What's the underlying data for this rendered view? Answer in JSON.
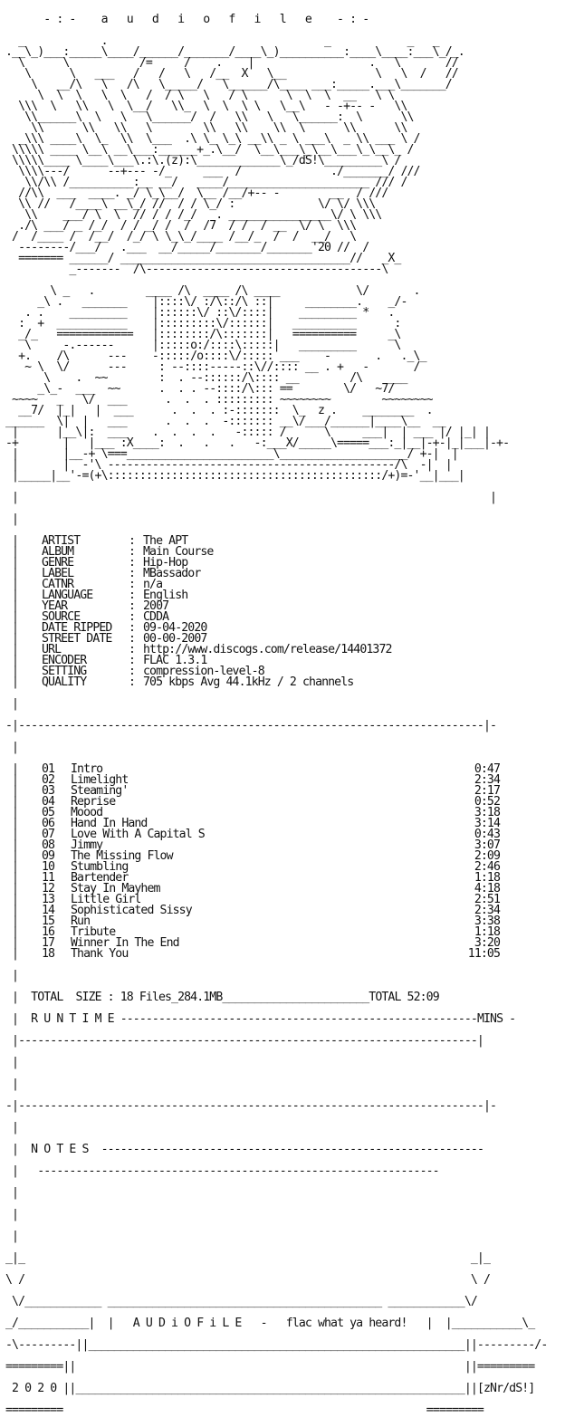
{
  "header": {
    "title_line": "      - : -    a   u   d   i   o   f   i   l   e    - : -",
    "art": [
      "  _            .                                  _            _   _",
      ".__\\_)___:_____\\____/______/_______/____\\_)__________:____\\____:___\\_/_.",
      "  \\      \\           /=     /    .    |                  .   \\       //",
      "   \\      \\   ___   /   /   \\   /__  X   \\__              \\   \\  /   //",
      "    \\   __/\\   \\   /\\   \\_____/   \\______/\\____ ___:_____.___\\_______/",
      "     \\  \\  \\   \\  \\   /  / \\   \\   / \\      \\  \\  \\  __   \\ \\",
      "  \\\\\\  \\   \\\\   \\  \\__/   \\\\_  \\  \\  \\ \\   \\__\\   - -+-- -   \\\\",
      "   \\\\______\\  \\   \\   \\______/  /   \\\\   \\   \\______:  \\      \\\\",
      "    \\\\      \\\\   \\\\   \\        \\\\   \\\\    \\\\  \\      \\\\      \\\\",
      "  _\\\\\\ ____\\  \\_  \\\\  \\___  .\\ \\_ \\_\\ __\\\\ _ \\ ___\\  _ \\\\ ___ \\ /",
      " \\\\\\\\\\ ____ \\__\\ __\\___:______+_.\\__/  \\__\\___\\_\\__\\___\\_\\__\\_ /",
      " \\\\\\\\\\____ \\____\\___\\.:\\.(z):\\_____________\\_/dS!\\_________\\ /",
      "  \\\\\\\\---/      --+--- -/_     ___  /              ./_______/ ///",
      "   \\\\/\\\\ /__________:__ __/   ____/______________________ /// /",
      "  //\\\\  ___  ____. _/ \\_\\__/  \\__ /__/+-- -        __  / ///",
      "  \\\\ //   /____\\ __\\_/ //  / / \\_/ :             \\/ \\/ \\\\\\",
      "   \\\\    ___/ \\  \\  // / / /_/   . ________________\\/ \\ \\\\\\",
      "  ./\\ ___/ _ /_/  / / _/ /  /  /7  / /  / __  \\/ \\  \\\\\\",
      " /  /____ /  /__/  /_/ \\ \\_\\_/____ /__/_  /  /  __/   \\",
      "  --------/___/   .___  __/_____/_______/_______'20 //  /",
      "  ======= ______/ ____________________________________//   _X_",
      "          _-------  /\\-------------------------------------\\"
    ],
    "graphic": [
      "       \\ _   .        ____ /\\  ____ /\\ ____            \\/       .",
      "     _\\ .   _______    |::::\\/ :/\\::/\\ ::|     ________.    _/-",
      "   . .    _________    |::::::\\/ ::\\/::::|    _________ *   .",
      "  :  +  ___________    |:::::::::\\/::::::|   __________      :",
      "  _/_   ============   |::::::::/\\:::::::|   ==========     _\\",
      "   \\     -.------      |:::::o:/::::\\:::::|   _________      \\",
      "  +.    /\\      ---    -:::::/o::::\\/::::: ___    -       .   ._\\_",
      "   ~ \\  \\/      ---     : --::::-----::\\//:::: __ . +   -       /",
      "      \\    .  ~~        :  . --::::::/\\:::: __        /\\    ___",
      "     _\\_-  ___  ~~      .  . . --::::/\\::: ==        \\/   ~7/",
      " ~~~~   _   \\/  ___      .  .  . ::::::::: ~~~~~~~~        ~~~~~~~~",
      "  __7/  |_|   |  ___      .  .  . :-:::::::  \\_  z .    ________  .",
      "______  \\|  |   ___      .  .  .  -::::::: __\\/___/______|____\\__  __",
      " |      |__\\|:  ___    .  .  .  .   -::::: /      \\     ___|  | ___ |/ |_| |",
      "-+       |   |___ :X____:  .   .   .   -:___X/_____\\=====___:_|__|-+-|_|___|-+-",
      " |       |__-+ \\===_______________________\\____________________/ +-|  |",
      " |       |  -'\\ ---------------------------------------------/\\  -|  |",
      " |_____|__'-=(+\\:::::::::::::::::::::::::::::::::::::::::::/+)=-'__|___|"
    ],
    "info_top": "                                                                           |"
  },
  "info": [
    {
      "key": "ARTIST",
      "value": "The APT"
    },
    {
      "key": "ALBUM",
      "value": "Main Course"
    },
    {
      "key": "GENRE",
      "value": "Hip-Hop"
    },
    {
      "key": "LABEL",
      "value": "MBassador"
    },
    {
      "key": "CATNR",
      "value": "n/a"
    },
    {
      "key": "LANGUAGE",
      "value": "English"
    },
    {
      "key": "YEAR",
      "value": "2007"
    },
    {
      "key": "SOURCE",
      "value": "CDDA"
    },
    {
      "key": "DATE RIPPED",
      "value": "09-04-2020"
    },
    {
      "key": "STREET DATE",
      "value": "00-00-2007"
    },
    {
      "key": "URL",
      "value": "http://www.discogs.com/release/14401372"
    },
    {
      "key": "ENCODER",
      "value": "FLAC 1.3.1"
    },
    {
      "key": "SETTING",
      "value": "compression-level-8"
    },
    {
      "key": "QUALITY",
      "value": "705 kbps Avg 44.1kHz / 2 channels"
    }
  ],
  "tracks": [
    {
      "no": "01",
      "title": "Intro",
      "time": "0:47"
    },
    {
      "no": "02",
      "title": "Limelight",
      "time": "2:34"
    },
    {
      "no": "03",
      "title": "Steaming'",
      "time": "2:17"
    },
    {
      "no": "04",
      "title": "Reprise",
      "time": "0:52"
    },
    {
      "no": "05",
      "title": "Moood",
      "time": "3:18"
    },
    {
      "no": "06",
      "title": "Hand In Hand",
      "time": "3:14"
    },
    {
      "no": "07",
      "title": "Love With A Capital S",
      "time": "0:43"
    },
    {
      "no": "08",
      "title": "Jimmy",
      "time": "3:07"
    },
    {
      "no": "09",
      "title": "The Missing Flow",
      "time": "2:09"
    },
    {
      "no": "10",
      "title": "Stumbling",
      "time": "2:46"
    },
    {
      "no": "11",
      "title": "Bartender",
      "time": "1:18"
    },
    {
      "no": "12",
      "title": "Stay In Mayhem",
      "time": "4:18"
    },
    {
      "no": "13",
      "title": "Little Girl",
      "time": "2:51"
    },
    {
      "no": "14",
      "title": "Sophisticated Sissy",
      "time": "2:34"
    },
    {
      "no": "15",
      "title": "Run",
      "time": "3:38"
    },
    {
      "no": "16",
      "title": "Tribute",
      "time": "1:18"
    },
    {
      "no": "17",
      "title": "Winner In The End",
      "time": "3:20"
    },
    {
      "no": "18",
      "title": "Thank You",
      "time": "11:05"
    }
  ],
  "summary": {
    "total_size_label": "TOTAL  SIZE :",
    "total_size_value": "18 Files_284.1MB",
    "total_label": "TOTAL",
    "total_value": "52:09",
    "runtime_label": "R U N T I M E",
    "mins_label": "MINS"
  },
  "notes": {
    "label": "N O T E S"
  },
  "footer": {
    "tagline": "A U D i O F i L E   -   flac what ya heard!",
    "year": "2 0 2 0",
    "credit": "[zNr/dS!]"
  }
}
